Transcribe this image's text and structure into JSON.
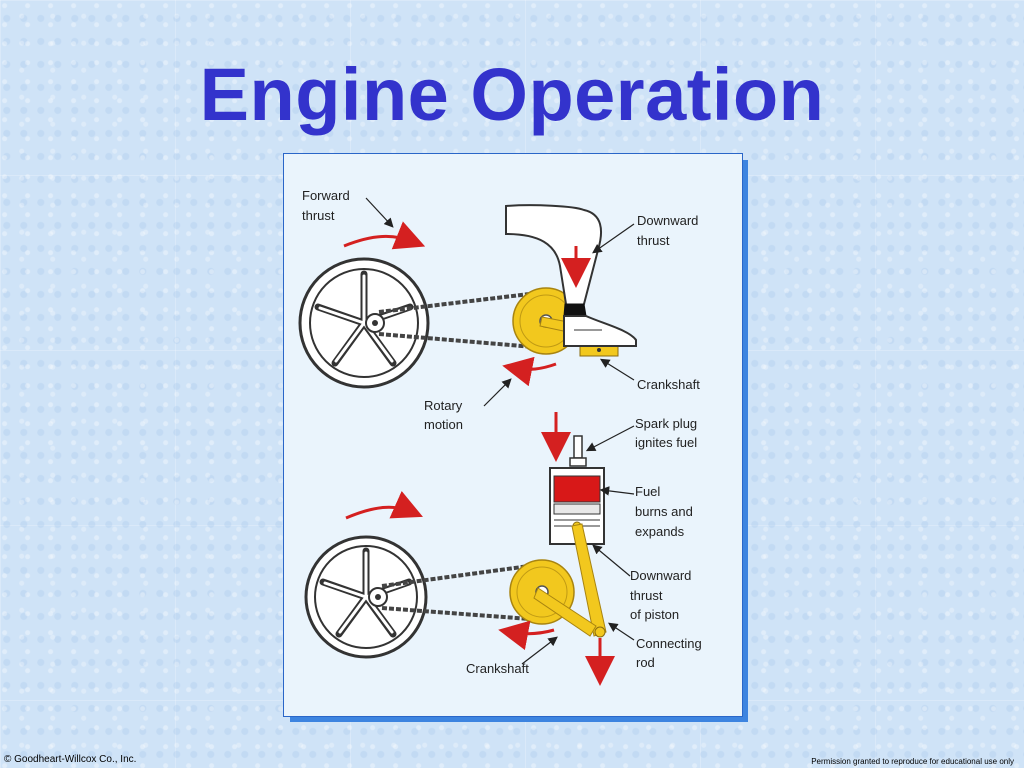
{
  "slide": {
    "title": "Engine Operation"
  },
  "diagram": {
    "labels": {
      "forward_thrust_1": "Forward",
      "forward_thrust_2": "thrust",
      "downward_thrust_1": "Downward",
      "downward_thrust_2": "thrust",
      "crankshaft_top": "Crankshaft",
      "rotary_motion_1": "Rotary",
      "rotary_motion_2": "motion",
      "spark_plug_1": "Spark plug",
      "spark_plug_2": "ignites fuel",
      "fuel_1": "Fuel",
      "fuel_2": "burns and",
      "fuel_3": "expands",
      "piston_thrust_1": "Downward",
      "piston_thrust_2": "thrust",
      "piston_thrust_3": "of piston",
      "connecting_rod_1": "Connecting",
      "connecting_rod_2": "rod",
      "crankshaft_bottom": "Crankshaft"
    },
    "colors": {
      "arrow_red": "#d42020",
      "sprocket_yellow": "#f2c81e",
      "fuel_red": "#d81818",
      "frame_blue": "#2a66c8"
    }
  },
  "footer": {
    "copyright": "© Goodheart-Willcox Co., Inc.",
    "permission": "Permission granted to reproduce for educational use only"
  }
}
